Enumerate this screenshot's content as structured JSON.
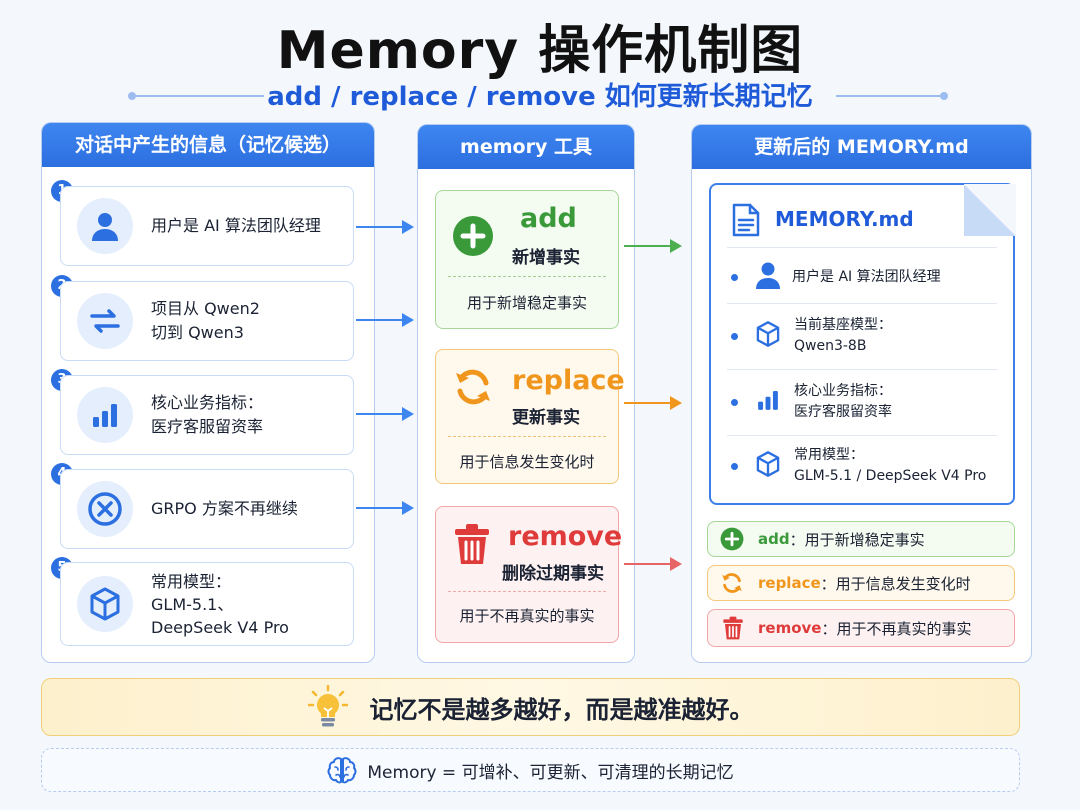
{
  "title": "Memory 操作机制图",
  "subtitle": "add / replace / remove 如何更新长期记忆",
  "left_panel": {
    "heading": "对话中产生的信息（记忆候选）",
    "items": [
      {
        "num": "1",
        "icon": "user-icon",
        "text": "用户是 AI 算法团队经理"
      },
      {
        "num": "2",
        "icon": "swap-icon",
        "text": "项目从 Qwen2\n切到 Qwen3"
      },
      {
        "num": "3",
        "icon": "bar-chart-icon",
        "text": "核心业务指标：\n医疗客服留资率"
      },
      {
        "num": "4",
        "icon": "x-circle-icon",
        "text": "GRPO 方案不再继续"
      },
      {
        "num": "5",
        "icon": "cube-icon",
        "text": "常用模型：\nGLM-5.1、\nDeepSeek V4 Pro"
      }
    ]
  },
  "tools_panel": {
    "heading": "memory 工具",
    "tools": [
      {
        "name": "add",
        "desc": "新增事实",
        "note": "用于新增稳定事实",
        "color": "#3a9a3a",
        "icon": "plus-circle-icon"
      },
      {
        "name": "replace",
        "desc": "更新事实",
        "note": "用于信息发生变化时",
        "color": "#f0961c",
        "icon": "refresh-icon"
      },
      {
        "name": "remove",
        "desc": "删除过期事实",
        "note": "用于不再真实的事实",
        "color": "#e03b3b",
        "icon": "trash-icon"
      }
    ]
  },
  "right_panel": {
    "heading": "更新后的 MEMORY.md",
    "doc_title": "MEMORY.md",
    "entries": [
      {
        "icon": "user-icon",
        "text": "用户是 AI 算法团队经理"
      },
      {
        "icon": "cube-icon",
        "text": "当前基座模型：\nQwen3-8B"
      },
      {
        "icon": "bar-chart-icon",
        "text": "核心业务指标：\n医疗客服留资率"
      },
      {
        "icon": "cube-icon",
        "text": "常用模型：\nGLM-5.1 / DeepSeek V4 Pro"
      }
    ],
    "legend": [
      {
        "key": "add",
        "sep": "：",
        "text": "用于新增稳定事实",
        "color": "#3a9a3a"
      },
      {
        "key": "replace",
        "sep": "：",
        "text": "用于信息发生变化时",
        "color": "#f0961c"
      },
      {
        "key": "remove",
        "sep": "：",
        "text": "用于不再真实的事实",
        "color": "#e03b3b"
      }
    ]
  },
  "banner": {
    "text": "记忆不是越多越好，而是越准越好。",
    "icon": "lightbulb-icon"
  },
  "footer": {
    "text": "Memory = 可增补、可更新、可清理的长期记忆",
    "icon": "brain-icon"
  }
}
